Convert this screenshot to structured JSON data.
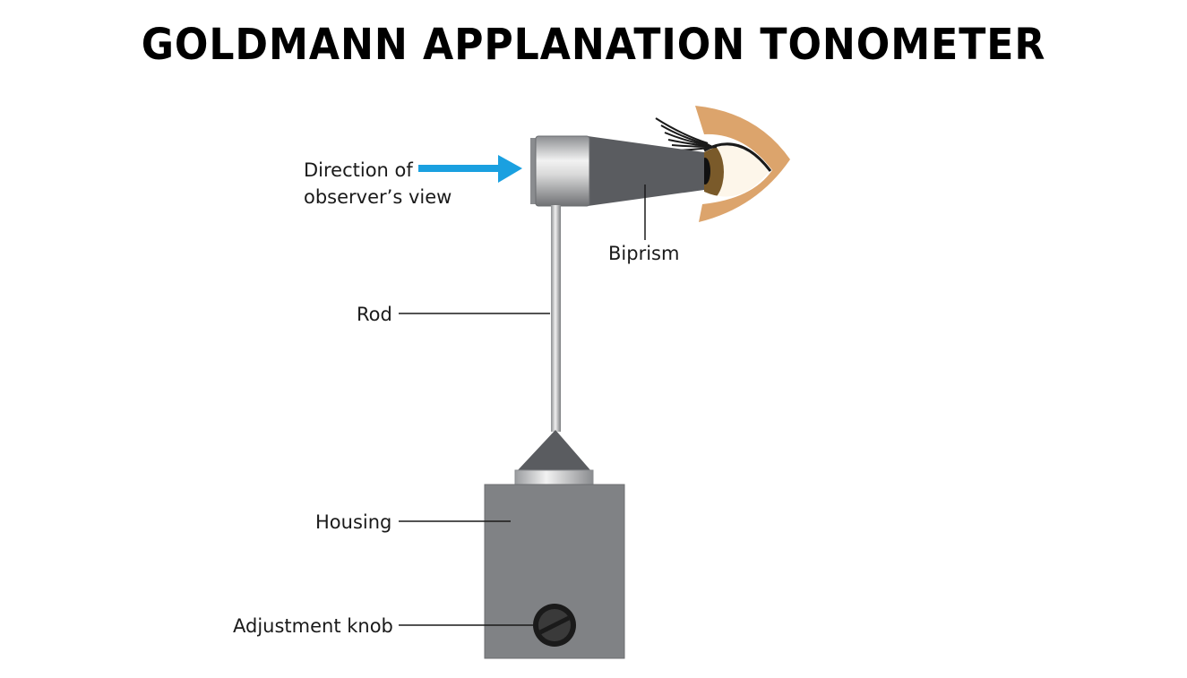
{
  "title": "GOLDMANN APPLANATION TONOMETER",
  "labels": {
    "direction_line1": "Direction of",
    "direction_line2": "observer’s view",
    "biprism": "Biprism",
    "rod": "Rod",
    "housing": "Housing",
    "adjustment_knob": "Adjustment knob"
  },
  "colors": {
    "arrow": "#1aa0e0",
    "skin": "#dca46c",
    "iris": "#7a5a2a",
    "prism": "#5a5c60",
    "housing": "#808285",
    "knob": "#1a1a1a"
  }
}
